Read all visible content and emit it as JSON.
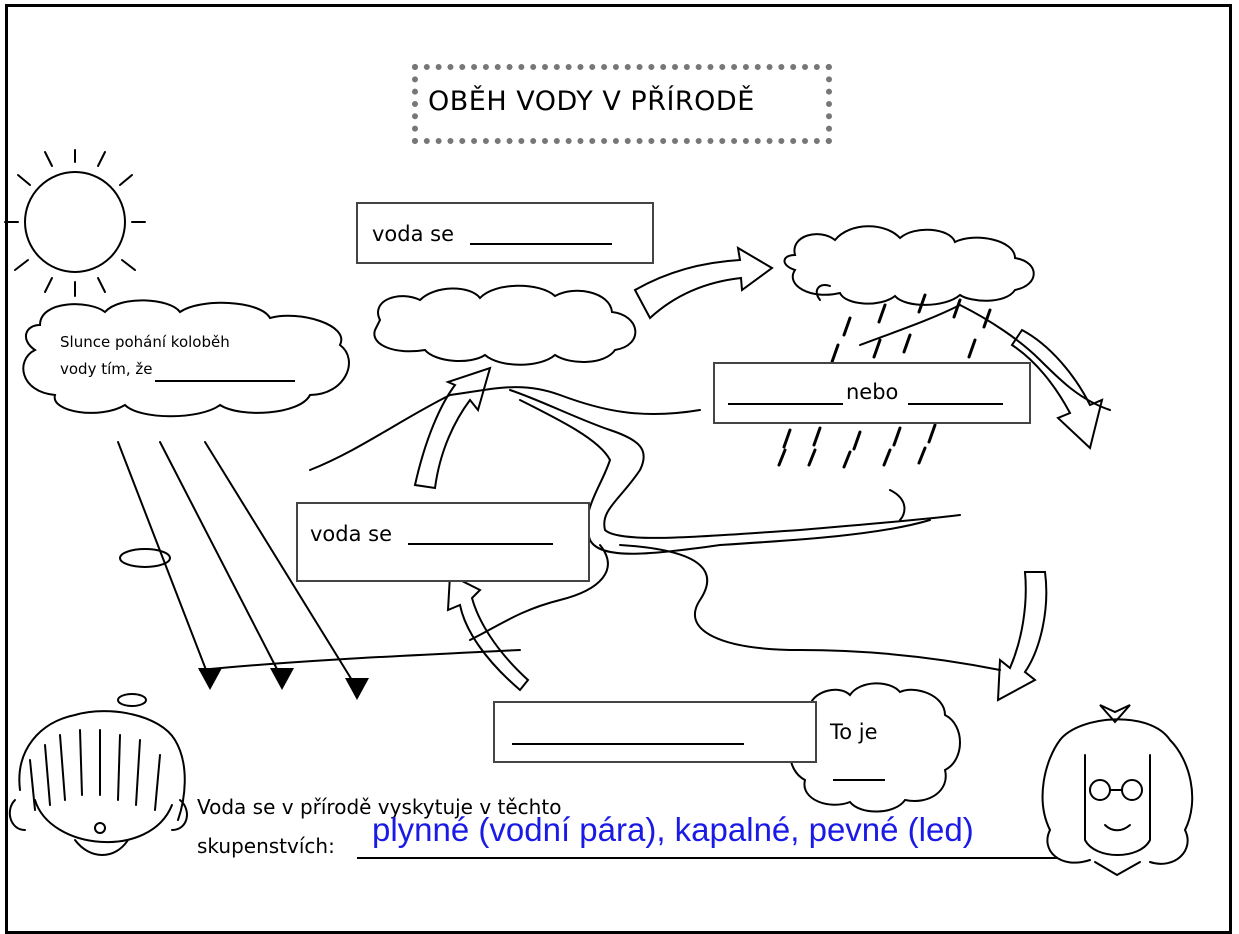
{
  "worksheet": {
    "title": "OBĚH VODY V PŘÍRODĚ",
    "sun_cloud": {
      "line1": "Slunce pohání koloběh",
      "line2": "vody tím, že"
    },
    "box_top": {
      "prefix": "voda se"
    },
    "box_middle": {
      "prefix": "voda se"
    },
    "box_rain": {
      "text": "nebo"
    },
    "cloud_small": {
      "text": "To je"
    },
    "bottom": {
      "line1": "Voda se v přírodě vyskytuje v těchto",
      "line2": "skupenstvích:",
      "answer": "plynné (vodní pára), kapalné, pevné (led)"
    }
  }
}
